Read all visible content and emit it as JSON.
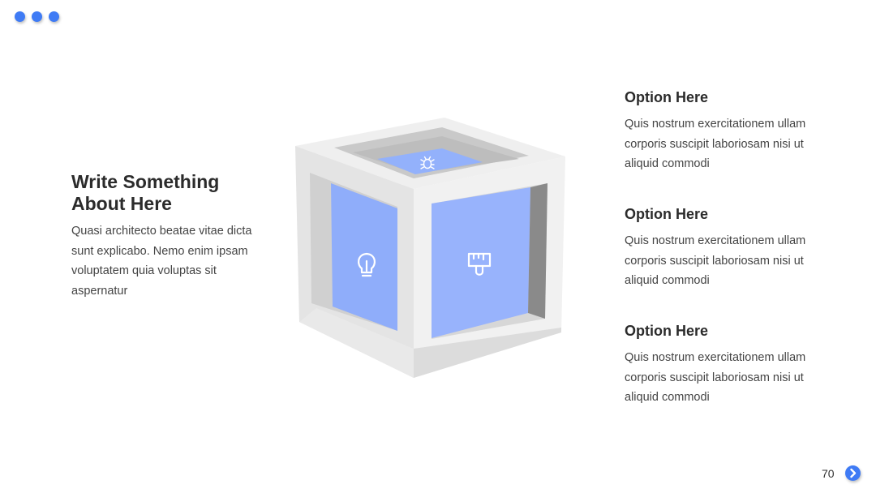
{
  "header": {
    "dots_color": "#3f7bf5",
    "dots_count": 3
  },
  "left": {
    "title": "Write Something\nAbout Here",
    "body": "Quasi architecto beatae vitae dicta sunt explicabo. Nemo enim ipsam voluptatem quia voluptas sit aspernatur"
  },
  "cube": {
    "face_color": "#93b1fb",
    "frame_color": "#e6e6e6",
    "icons": [
      "bug-icon",
      "lightbulb-icon",
      "paint-brush-icon"
    ]
  },
  "options": [
    {
      "title": "Option Here",
      "body": "Quis nostrum exercitationem ullam corporis suscipit laboriosam nisi ut aliquid commodi"
    },
    {
      "title": "Option Here",
      "body": "Quis nostrum exercitationem ullam corporis suscipit laboriosam nisi ut aliquid commodi"
    },
    {
      "title": "Option Here",
      "body": "Quis nostrum exercitationem ullam corporis suscipit laboriosam nisi ut aliquid commodi"
    }
  ],
  "footer": {
    "page_number": "70",
    "next_icon": "chevron-right-icon"
  }
}
